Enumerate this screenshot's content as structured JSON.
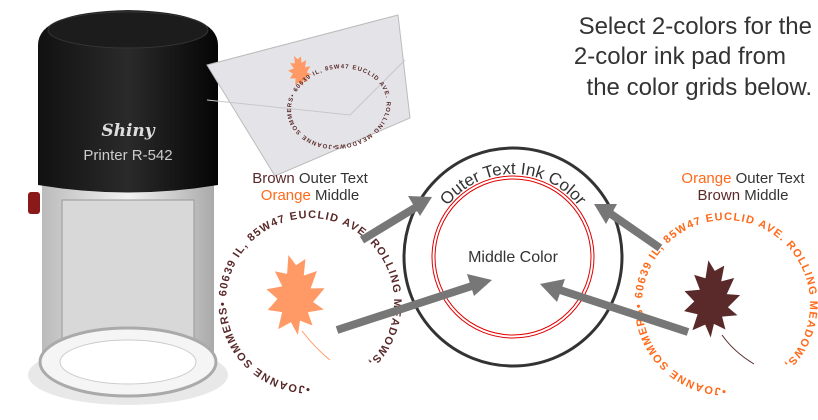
{
  "heading": {
    "line1": "Select 2-colors for the",
    "line2": "2-color ink pad from",
    "line3": "the color grids below."
  },
  "stamp_product": {
    "brand": "Shiny",
    "model": "Printer R-542"
  },
  "diagram": {
    "outer_label": "Outer Text Ink Color",
    "middle_label": "Middle Color"
  },
  "example_left": {
    "outer_color_word": "Brown",
    "outer_rest": " Outer Text",
    "middle_color_word": "Orange",
    "middle_rest": " Middle",
    "stamp_text": "•JOANNE SOMMERS• 60639 IL, 85W47 EUCLID AVE. ROLLING MEADOWS,"
  },
  "example_right": {
    "outer_color_word": "Orange",
    "outer_rest": " Outer Text",
    "middle_color_word": "Brown",
    "middle_rest": " Middle",
    "stamp_text": "•JOANNE SOMMERS• 60639 IL, 85W47 EUCLID AVE. ROLLING MEADOWS,"
  },
  "colors": {
    "brown": "#5a2a2a",
    "orange": "#ff6a1a",
    "leaf_orange": "#ff9966",
    "arrow": "#777777",
    "guide_red": "#e00000"
  }
}
